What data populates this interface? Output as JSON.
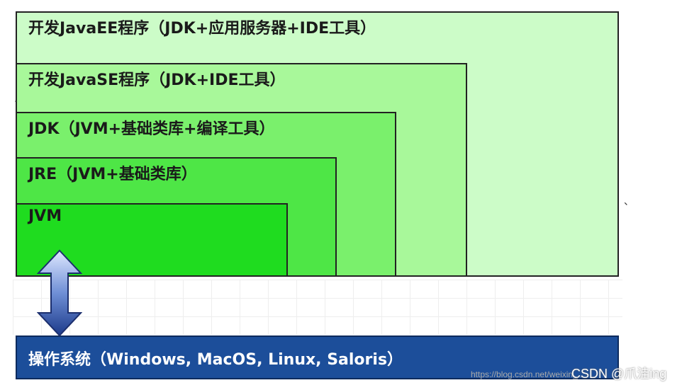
{
  "layers": {
    "javaee": "开发JavaEE程序（JDK+应用服务器+IDE工具）",
    "javase": "开发JavaSE程序（JDK+IDE工具）",
    "jdk": "JDK（JVM+基础类库+编译工具）",
    "jre": "JRE（JVM+基础类库）",
    "jvm": "JVM"
  },
  "os": "操作系统（Windows, MacOS, Linux, Saloris）",
  "watermark": {
    "url": "https://blog.csdn.net/weixin_...",
    "csdn": "CSDN @爪洼ing"
  },
  "colors": {
    "javaee": "#ccfcc8",
    "javase": "#a8f89a",
    "jdk": "#7af06c",
    "jre": "#4ee646",
    "jvm": "#1fdc1f",
    "os": "#1c4e9a",
    "arrow": "#1c3a8a"
  }
}
